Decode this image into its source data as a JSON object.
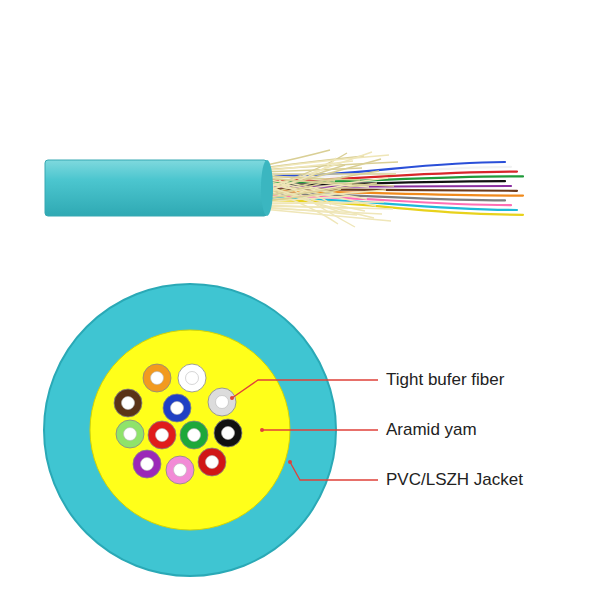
{
  "diagram": {
    "labels": [
      "Tight bufer fiber",
      "Aramid yam",
      "PVC/LSZH Jacket"
    ]
  }
}
